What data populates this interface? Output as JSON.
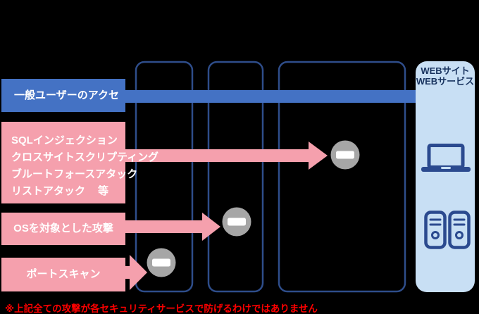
{
  "user_access": {
    "label": "一般ユーザーのアクセス"
  },
  "attacks": {
    "web": {
      "lines": [
        "SQLインジェクション",
        "クロスサイトスクリプティング",
        "ブルートフォースアタック",
        "リストアタック"
      ],
      "etc": "等"
    },
    "os": {
      "label": "OSを対象とした攻撃"
    },
    "port": {
      "label": "ポートスキャン"
    }
  },
  "security_layers": {
    "count": 3
  },
  "destination": {
    "line1": "WEBサイト",
    "line2": "WEBサービス"
  },
  "note": "※上記全ての攻撃が各セキュリティサービスで防げるわけではありません",
  "icons": {
    "blocked": "block-icon",
    "laptop": "laptop-icon",
    "servers": "server-icon",
    "arrow": "arrow-right-icon"
  },
  "colors": {
    "background": "#000000",
    "access_blue": "#4472c4",
    "attack_pink": "#f5a0ad",
    "layer_border": "#2e4d8a",
    "panel_bg": "#c8dff4",
    "panel_text": "#17325e",
    "icon_navy": "#2b4a8f",
    "block_gray": "#a6a6a6",
    "note_red": "#fe0000",
    "label_text": "#ffffff"
  }
}
